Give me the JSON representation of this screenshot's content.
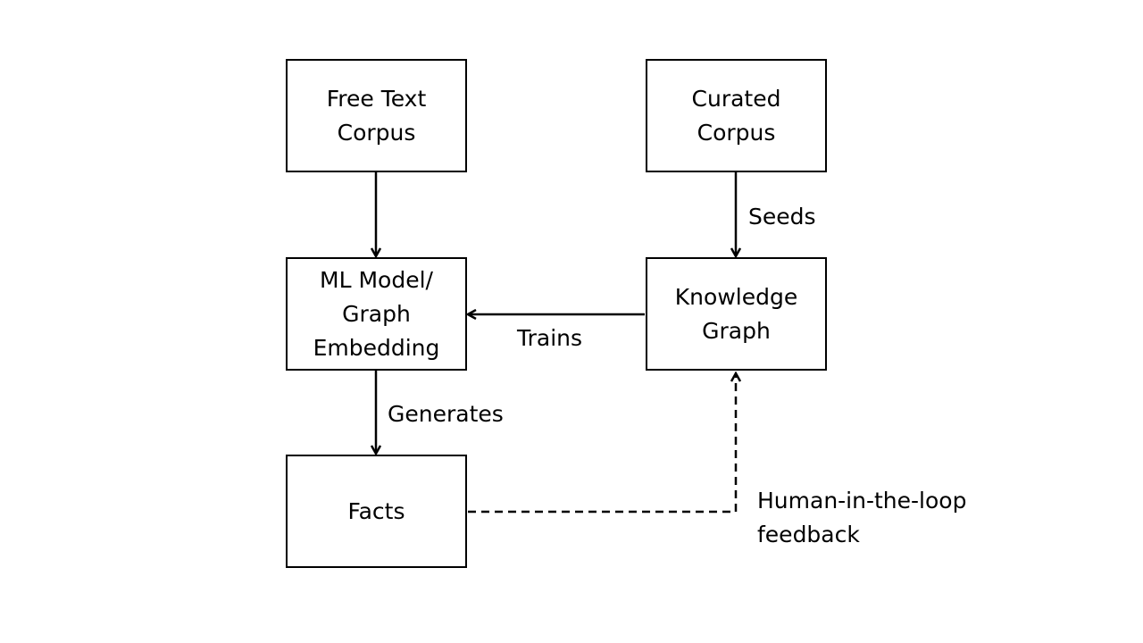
{
  "nodes": {
    "free_text_corpus": {
      "lines": [
        "Free Text",
        "Corpus"
      ]
    },
    "curated_corpus": {
      "lines": [
        "Curated",
        "Corpus"
      ]
    },
    "ml_model": {
      "lines": [
        "ML Model/",
        "Graph",
        "Embedding"
      ]
    },
    "knowledge_graph": {
      "lines": [
        "Knowledge",
        "Graph"
      ]
    },
    "facts": {
      "lines": [
        "Facts"
      ]
    }
  },
  "edges": {
    "seeds": "Seeds",
    "trains": "Trains",
    "generates": "Generates",
    "feedback": {
      "lines": [
        "Human-in-the-loop",
        "feedback"
      ]
    }
  }
}
